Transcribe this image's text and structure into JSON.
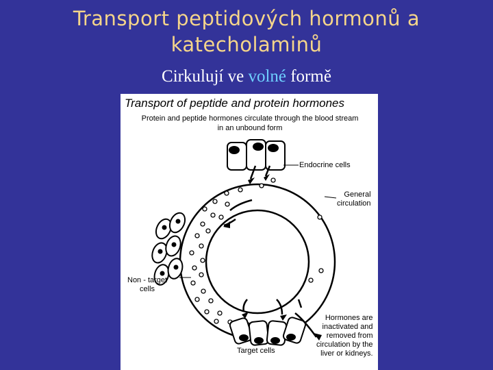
{
  "slide": {
    "title_line1": "Transport peptidových hormonů a",
    "title_line2": "katecholaminů",
    "subtitle_before": "Cirkulují ve ",
    "subtitle_highlight": "volné",
    "subtitle_after": " formě"
  },
  "figure": {
    "title": "Transport of peptide and protein hormones",
    "intro_line1": "Protein and peptide hormones circulate through the blood stream",
    "intro_line2": "in an unbound form",
    "label_endocrine": "Endocrine cells",
    "label_general_1": "General",
    "label_general_2": "circulation",
    "label_nontarget_1": "Non - target",
    "label_nontarget_2": "cells",
    "label_target": "Target cells",
    "label_inactivated_1": "Hormones are",
    "label_inactivated_2": "inactivated and",
    "label_inactivated_3": "removed from",
    "label_inactivated_4": "circulation by the",
    "label_inactivated_5": "liver or kidneys."
  },
  "colors": {
    "background": "#333399",
    "title": "#f5d58a",
    "subtitle": "#ffffff",
    "highlight": "#6fd0ff"
  }
}
